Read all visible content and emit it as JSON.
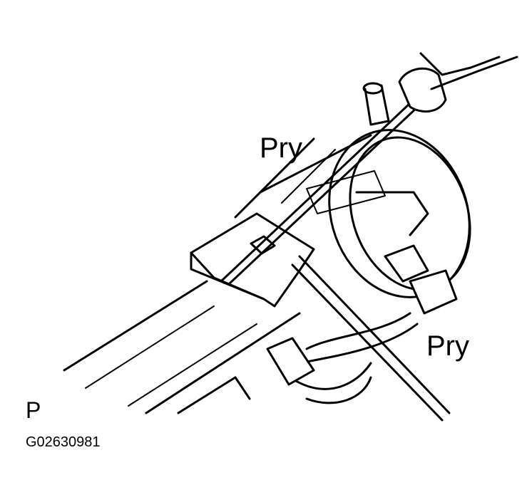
{
  "labels": {
    "pry_upper": "Pry",
    "pry_lower": "Pry",
    "view_letter": "P",
    "figure_code": "G02630981"
  },
  "colors": {
    "ink": "#000000",
    "paper": "#ffffff"
  }
}
